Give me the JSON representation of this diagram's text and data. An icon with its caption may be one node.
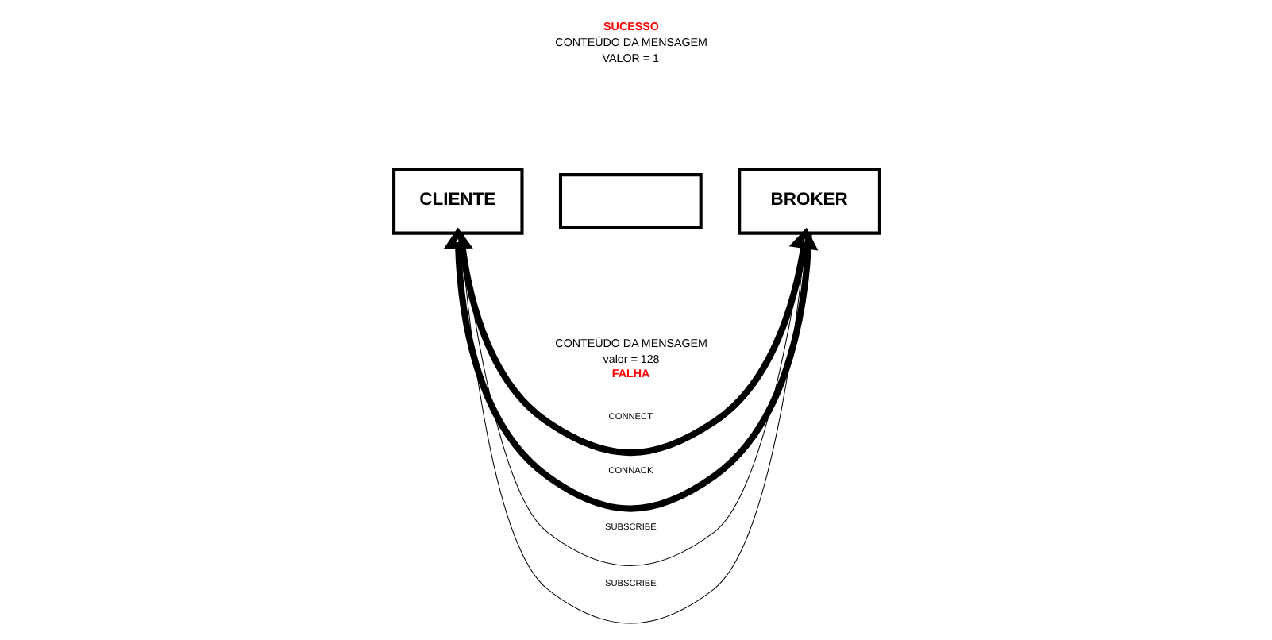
{
  "diagram": {
    "nodes": [
      {
        "text": [
          "CLIENTE"
        ]
      },
      {
        "text": [],
        "shape": "box"
      },
      {
        "text": [
          "BROKER"
        ]
      }
    ],
    "edges": [
      {
        "from": 0,
        "to": 2,
        "arrow": "to",
        "label": "CONNECT",
        "style": "thick"
      },
      {
        "from": 2,
        "to": 0,
        "arrow": "to",
        "label": "CONNACK",
        "style": "thick"
      },
      {
        "from": 2,
        "to": 0,
        "arrow": "to",
        "label": "SUBSCRIBE"
      },
      {
        "from": 2,
        "to": 0,
        "arrow": "to",
        "label": "SUBSCRIBE"
      }
    ],
    "labels": [
      "SUCESSO",
      "CONTEÚDO DA MENSAGEM",
      "VALOR = 1",
      "CONTEÚDO DA MENSAGEM",
      "valor = 128",
      "FALHA"
    ]
  }
}
